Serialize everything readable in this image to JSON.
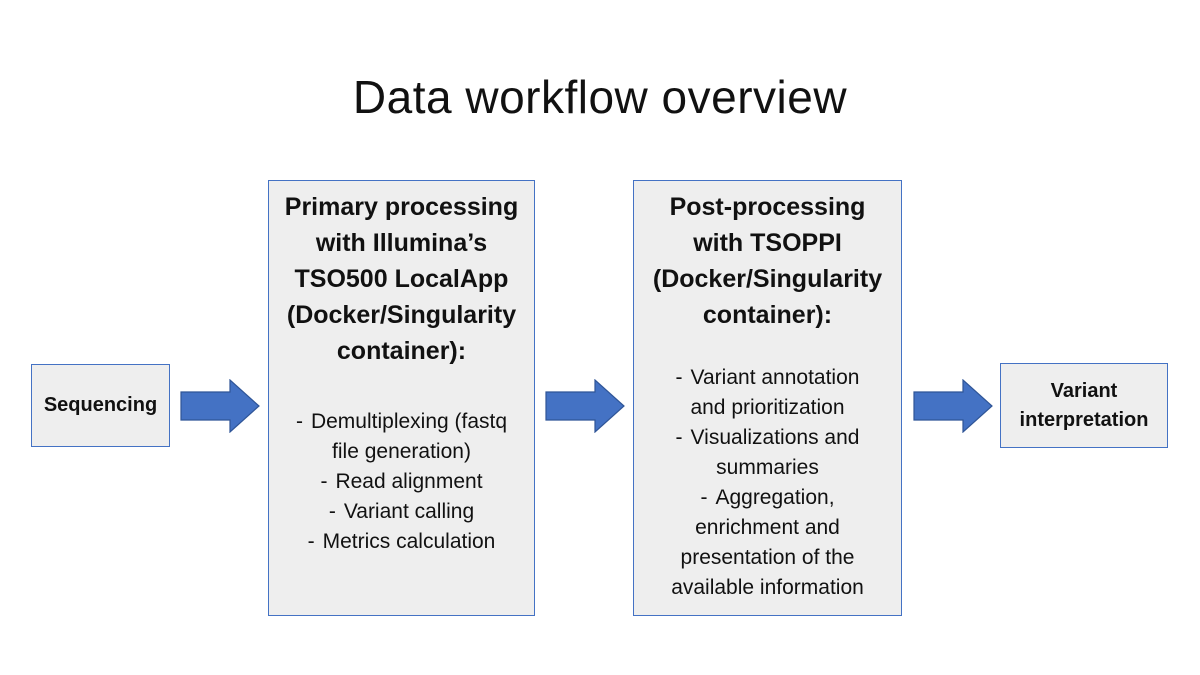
{
  "title": "Data workflow overview",
  "colors": {
    "box_fill": "#eeeeee",
    "box_border": "#4472c4",
    "arrow_fill": "#4472c4",
    "arrow_stroke": "#2f5597"
  },
  "nodes": {
    "sequencing": {
      "label": "Sequencing"
    },
    "primary": {
      "heading": [
        "Primary processing",
        "with Illumina’s",
        "TSO500 LocalApp",
        "(Docker/Singularity",
        "container):"
      ],
      "items": [
        {
          "lines": [
            "Demultiplexing (fastq",
            "file generation)"
          ]
        },
        {
          "lines": [
            "Read alignment"
          ]
        },
        {
          "lines": [
            "Variant calling"
          ]
        },
        {
          "lines": [
            "Metrics calculation"
          ]
        }
      ]
    },
    "post": {
      "heading": [
        "Post-processing",
        "with TSOPPI",
        "(Docker/Singularity",
        "container):"
      ],
      "items": [
        {
          "lines": [
            "Variant annotation",
            "and prioritization"
          ]
        },
        {
          "lines": [
            "Visualizations and",
            "summaries"
          ]
        },
        {
          "lines": [
            "Aggregation,",
            "enrichment and",
            "presentation of the",
            "available information"
          ]
        }
      ]
    },
    "interpretation": {
      "label_lines": [
        "Variant",
        "interpretation"
      ]
    }
  },
  "bullet_marker": "-"
}
